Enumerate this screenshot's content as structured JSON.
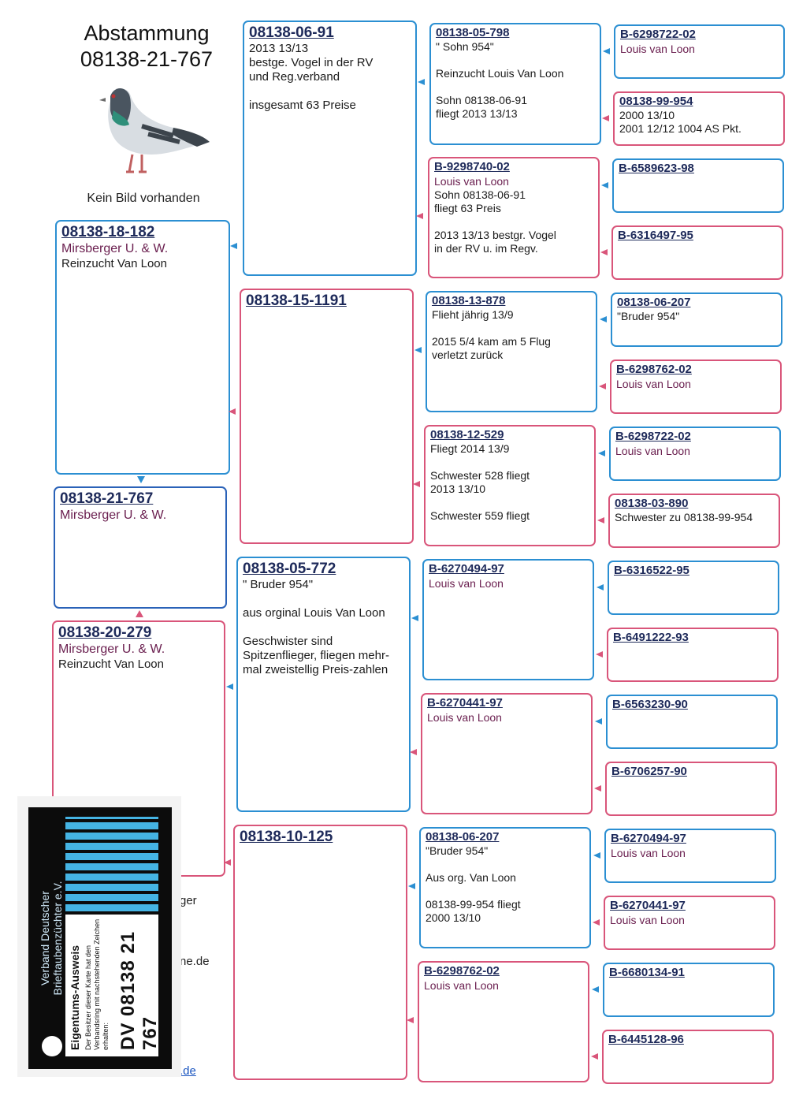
{
  "header": {
    "heading": "Abstammung",
    "ring": "08138-21-767",
    "no_image": "Kein Bild vorhanden"
  },
  "colors": {
    "male_border": "#2b8fd2",
    "female_border": "#d9557a",
    "subject_border": "#2a62b8",
    "ring_text": "#1e2a5a",
    "owner_text": "#6b2050"
  },
  "subject": {
    "ring": "08138-21-767",
    "owner": "Mirsberger U. & W."
  },
  "parents": [
    {
      "ring": "08138-18-182",
      "owner": "Mirsberger U. & W.",
      "note": "Reinzucht Van Loon"
    },
    {
      "ring": "08138-20-279",
      "owner": "Mirsberger U. & W.",
      "note": "Reinzucht Van Loon"
    }
  ],
  "grandparents": [
    {
      "ring": "08138-06-91",
      "note": "2013  13/13\nbestge. Vogel in der RV\nund Reg.verband\n\ninsgesamt 63 Preise"
    },
    {
      "ring": "08138-15-1191"
    },
    {
      "ring": "08138-05-772",
      "note": "\" Bruder 954\"\n\naus orginal Louis Van Loon\n\nGeschwister sind\nSpitzenflieger, fliegen mehr-\nmal zweistellig Preis-zahlen"
    },
    {
      "ring": "08138-10-125"
    }
  ],
  "great_grandparents": [
    {
      "ring": "08138-05-798",
      "note": "\" Sohn 954\"\n\nReinzucht Louis Van Loon\n\nSohn 08138-06-91\nfliegt 2013  13/13"
    },
    {
      "ring": "B-9298740-02",
      "owner": "Louis van Loon",
      "note": "Sohn 08138-06-91\nfliegt 63 Preis\n\n2013 13/13 bestgr. Vogel\nin der RV u. im Regv."
    },
    {
      "ring": "08138-13-878",
      "note": "Flieht jährig  13/9\n\n2015  5/4     kam am 5 Flug\n                    verletzt zurück"
    },
    {
      "ring": "08138-12-529",
      "note": "Fliegt 2014  13/9\n\nSchwester 528 fliegt\n2013  13/10\n\nSchwester 559 fliegt"
    },
    {
      "ring": "B-6270494-97",
      "owner": "Louis van Loon"
    },
    {
      "ring": "B-6270441-97",
      "owner": "Louis van Loon"
    },
    {
      "ring": "08138-06-207",
      "note": "\"Bruder 954\"\n\nAus org. Van Loon\n\n08138-99-954 fliegt\n2000 13/10"
    },
    {
      "ring": "B-6298762-02",
      "owner": "Louis van Loon"
    }
  ],
  "gg_grandparents": [
    {
      "ring": "B-6298722-02",
      "owner": "Louis van Loon"
    },
    {
      "ring": "08138-99-954",
      "note": "2000 13/10\n2001 12/12 1004 AS Pkt."
    },
    {
      "ring": "B-6589623-98"
    },
    {
      "ring": "B-6316497-95"
    },
    {
      "ring": "08138-06-207",
      "note": "\"Bruder 954\""
    },
    {
      "ring": "B-6298762-02",
      "owner": "Louis van Loon"
    },
    {
      "ring": "B-6298722-02",
      "owner": "Louis van Loon"
    },
    {
      "ring": "08138-03-890",
      "note": "Schwester zu 08138-99-954"
    },
    {
      "ring": "B-6316522-95"
    },
    {
      "ring": "B-6491222-93"
    },
    {
      "ring": "B-6563230-90"
    },
    {
      "ring": "B-6706257-90"
    },
    {
      "ring": "B-6270494-97",
      "owner": "Louis van Loon"
    },
    {
      "ring": "B-6270441-97",
      "owner": "Louis van Loon"
    },
    {
      "ring": "B-6680134-91"
    },
    {
      "ring": "B-6445128-96"
    }
  ],
  "card": {
    "association": "Verband Deutscher\nBrieftaubenzüchter e.V.",
    "heading": "Eigentums-Ausweis",
    "text": "Der Besitzer dieser Karte hat den Verbandsring mit nachstehenden Zeichen erhalten:",
    "ring": "DV 08138 21 767"
  },
  "stubs": {
    "s1": "ger",
    "s2": "ne.de",
    "s3": ".de"
  }
}
